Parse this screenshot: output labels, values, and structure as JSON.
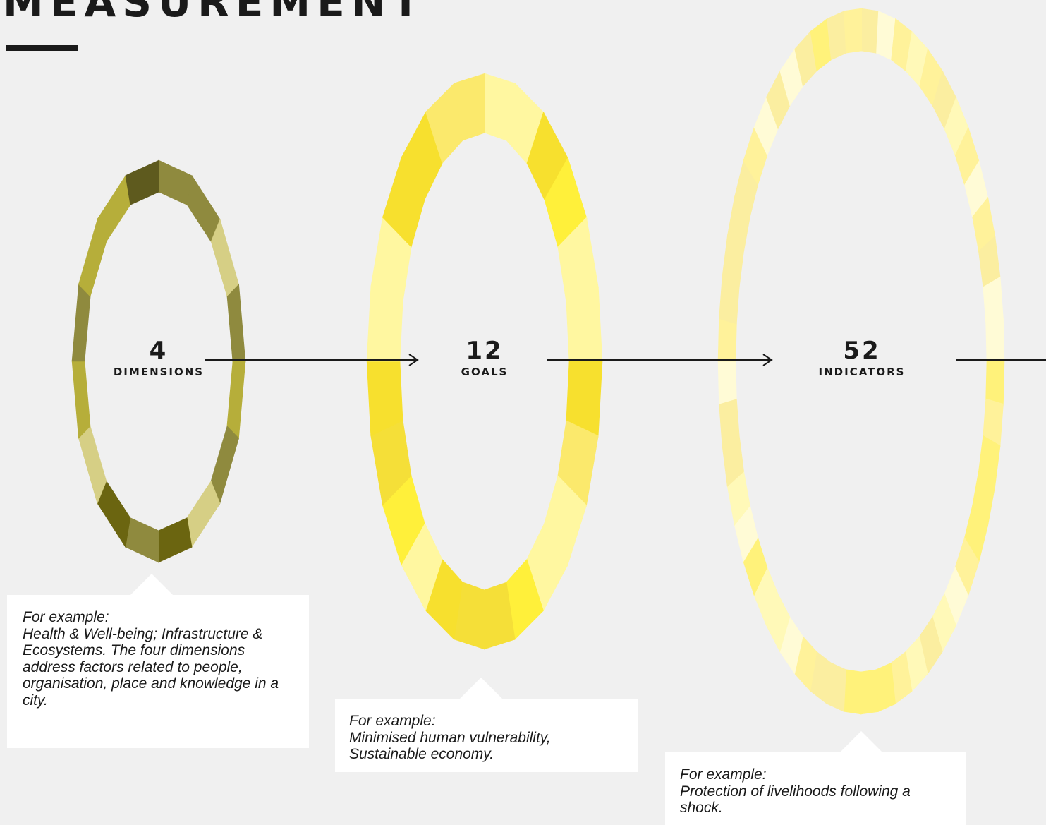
{
  "title": "MEASUREMENT",
  "stages": [
    {
      "number": "4",
      "name": "DIMENSIONS",
      "example_label": "For example:",
      "example_text": "Health & Well-being;  Infrastructure & Ecosystems. The four dimensions address factors related to people, organisation, place and knowledge in a city.",
      "colors": [
        "#5e5a1e",
        "#8f8a3e",
        "#6b6510",
        "#b6ae3a",
        "#d6cf85"
      ]
    },
    {
      "number": "12",
      "name": "GOALS",
      "example_label": "For example:",
      "example_text": "Minimised human vulnerability, Sustainable economy.",
      "colors": [
        "#f7e02e",
        "#fff03a",
        "#fff7a0",
        "#f5df38",
        "#fbe96c"
      ]
    },
    {
      "number": "52",
      "name": "INDICATORS",
      "example_label": "For example:",
      "example_text": "Protection of livelihoods following a shock.",
      "colors": [
        "#fff9b8",
        "#fff29a",
        "#fff27a",
        "#fbeea0",
        "#fffbd6"
      ]
    }
  ]
}
